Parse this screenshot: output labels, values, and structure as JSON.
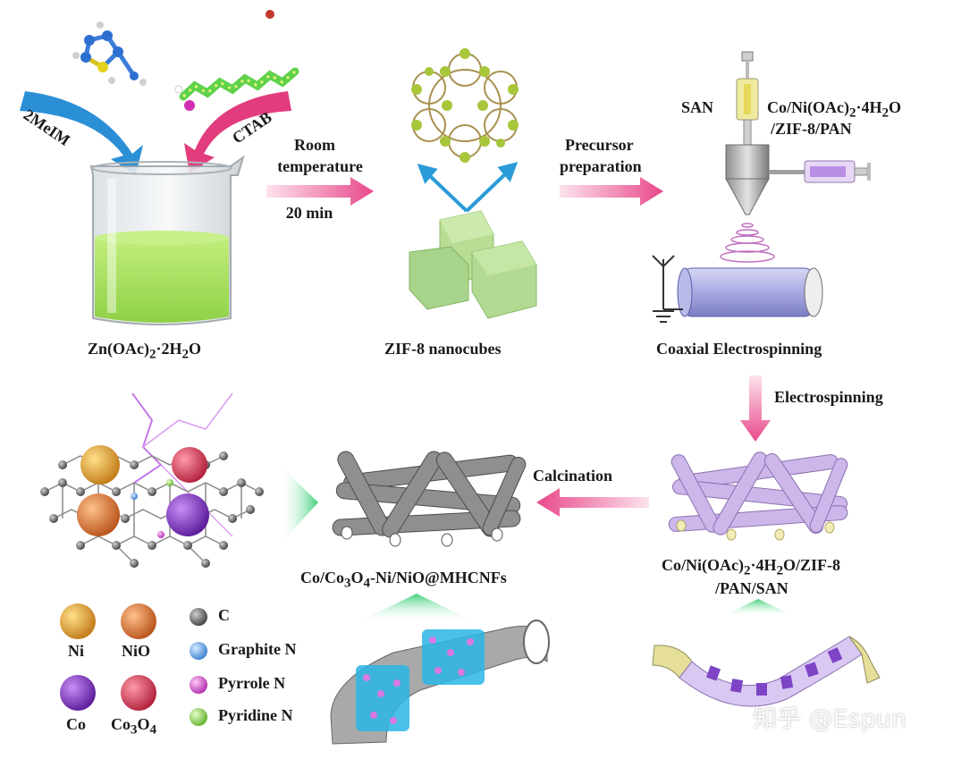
{
  "colors": {
    "beaker_liquid": "#a6e05a",
    "pink_arrow": "#e8488a",
    "blue_arrow": "#2b8fd6",
    "zif_cube": "#a7d48a",
    "fiber_purple": "#c9b1e6",
    "fiber_gray": "#8a8a8a",
    "green_glow": "#3fd07a",
    "ni_sphere": "#e2a33a",
    "nio_sphere": "#e07b3a",
    "co_sphere": "#8a3fc9",
    "co3o4_sphere": "#e0445a",
    "c_atom": "#6e6e6e",
    "graphite_n": "#6aa8e8",
    "pyrrole_n": "#d35fd0",
    "pyridine_n": "#8fd35a"
  },
  "labels": {
    "reagent_2meim": "2MeIM",
    "reagent_ctab": "CTAB",
    "step1_line1": "Room",
    "step1_line2": "temperature",
    "step1_line3": "20 min",
    "beaker_label_html": "Zn(OAc)<sub>2</sub>·2H<sub>2</sub>O",
    "zif_label": "ZIF-8 nanocubes",
    "step2_line1": "Precursor",
    "step2_line2": "preparation",
    "san": "SAN",
    "core_solution_html": "Co/Ni(OAc)<sub>2</sub>·4H<sub>2</sub>O",
    "core_solution_line2": "/ZIF-8/PAN",
    "electrospin_setup": "Coaxial Electrospinning",
    "step3": "Electrospinning",
    "fiber_precursor_line1_html": "Co/Ni(OAc)<sub>2</sub>·4H<sub>2</sub>O/ZIF-8",
    "fiber_precursor_line2": "/PAN/SAN",
    "step4": "Calcination",
    "product_html": "Co/Co<sub>3</sub>O<sub>4</sub>-Ni/NiO@MHCNFs",
    "watermark": "知乎 @Espun"
  },
  "legend": {
    "ni": "Ni",
    "nio": "NiO",
    "co": "Co",
    "co3o4_html": "Co<sub>3</sub>O<sub>4</sub>",
    "c": "C",
    "graphite_n": "Graphite N",
    "pyrrole_n": "Pyrrole N",
    "pyridine_n": "Pyridine N"
  }
}
